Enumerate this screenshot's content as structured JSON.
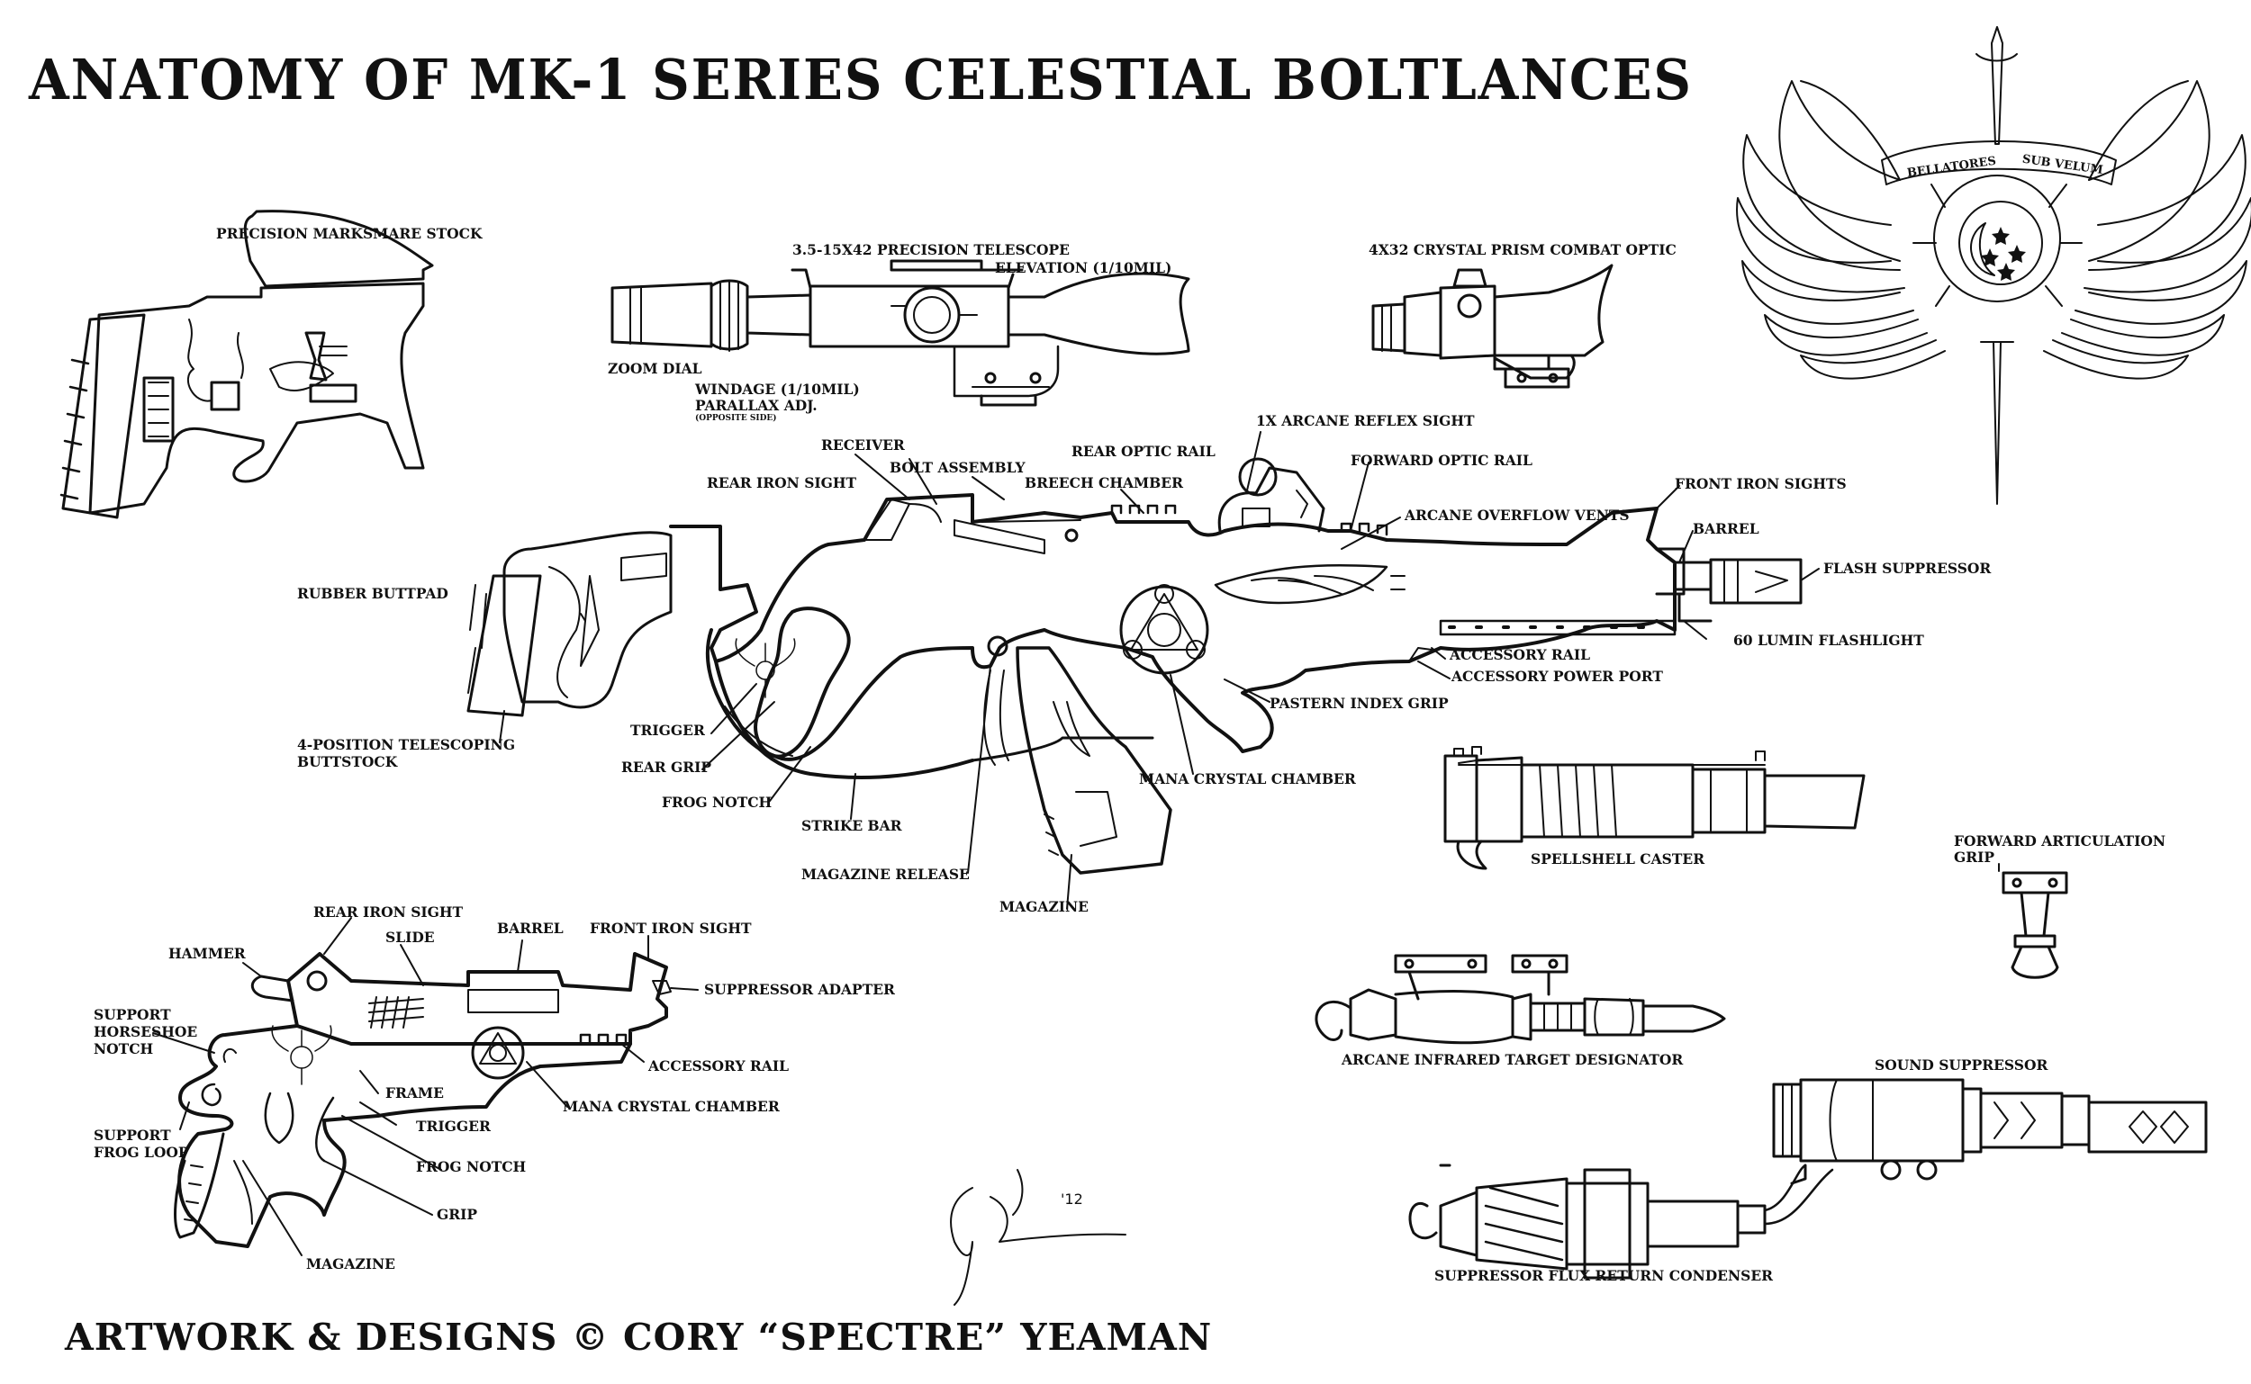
{
  "title": "ANATOMY OF MK-1 SERIES CELESTIAL BOLTLANCES",
  "credit": "ARTWORK & DESIGNS © CORY “SPECTRE” YEAMAN",
  "emblem": {
    "motto_left": "BELLATORES",
    "motto_right": "SUB VELUM"
  },
  "signature": {
    "year": "'12"
  },
  "stock_parts": {
    "precision_marksmare_stock": "PRECISION MARKSMARE STOCK"
  },
  "scope_parts": {
    "precision_telescope": "3.5-15X42 PRECISION TELESCOPE",
    "elevation": "ELEVATION (1/10MIL)",
    "zoom_dial": "ZOOM DIAL",
    "windage": "WINDAGE (1/10MIL)",
    "parallax": "PARALLAX ADJ.",
    "opposite_side": "(OPPOSITE SIDE)"
  },
  "optic_parts": {
    "crystal_prism_optic": "4X32 CRYSTAL PRISM COMBAT OPTIC"
  },
  "rifle_parts": {
    "reflex_sight": "1X ARCANE REFLEX SIGHT",
    "receiver": "RECEIVER",
    "rear_optic_rail": "REAR OPTIC RAIL",
    "forward_optic_rail": "FORWARD OPTIC RAIL",
    "rear_iron_sight": "REAR IRON SIGHT",
    "bolt_assembly": "BOLT ASSEMBLY",
    "breech_chamber": "BREECH CHAMBER",
    "front_iron_sights": "FRONT IRON SIGHTS",
    "arcane_overflow_vents": "ARCANE OVERFLOW VENTS",
    "barrel": "BARREL",
    "flash_suppressor": "FLASH SUPPRESSOR",
    "rubber_buttpad": "RUBBER BUTTPAD",
    "flashlight": "60 LUMIN FLASHLIGHT",
    "accessory_rail": "ACCESSORY RAIL",
    "accessory_power_port": "ACCESSORY POWER PORT",
    "pastern_index_grip": "PASTERN INDEX GRIP",
    "trigger": "TRIGGER",
    "telescoping_buttstock_1": "4-POSITION TELESCOPING",
    "telescoping_buttstock_2": "BUTTSTOCK",
    "rear_grip": "REAR GRIP",
    "mana_crystal_chamber": "MANA CRYSTAL CHAMBER",
    "frog_notch": "FROG NOTCH",
    "strike_bar": "STRIKE BAR",
    "magazine_release": "MAGAZINE RELEASE",
    "magazine": "MAGAZINE"
  },
  "accessory_parts": {
    "spellshell_caster": "SPELLSHELL CASTER",
    "forward_grip_1": "FORWARD ARTICULATION",
    "forward_grip_2": "GRIP",
    "target_designator": "ARCANE INFRARED TARGET DESIGNATOR",
    "sound_suppressor": "SOUND SUPPRESSOR",
    "flux_condenser": "SUPPRESSOR FLUX RETURN CONDENSER"
  },
  "pistol_parts": {
    "rear_iron_sight": "REAR IRON SIGHT",
    "hammer": "HAMMER",
    "slide": "SLIDE",
    "barrel": "BARREL",
    "front_iron_sight": "FRONT IRON SIGHT",
    "suppressor_adapter": "SUPPRESSOR ADAPTER",
    "horseshoe_notch_1": "SUPPORT",
    "horseshoe_notch_2": "HORSESHOE",
    "horseshoe_notch_3": "NOTCH",
    "accessory_rail": "ACCESSORY RAIL",
    "frame": "FRAME",
    "mana_crystal_chamber": "MANA CRYSTAL CHAMBER",
    "trigger": "TRIGGER",
    "frog_loop_1": "SUPPORT",
    "frog_loop_2": "FROG LOOP",
    "frog_notch": "FROG NOTCH",
    "grip": "GRIP",
    "magazine": "MAGAZINE"
  }
}
